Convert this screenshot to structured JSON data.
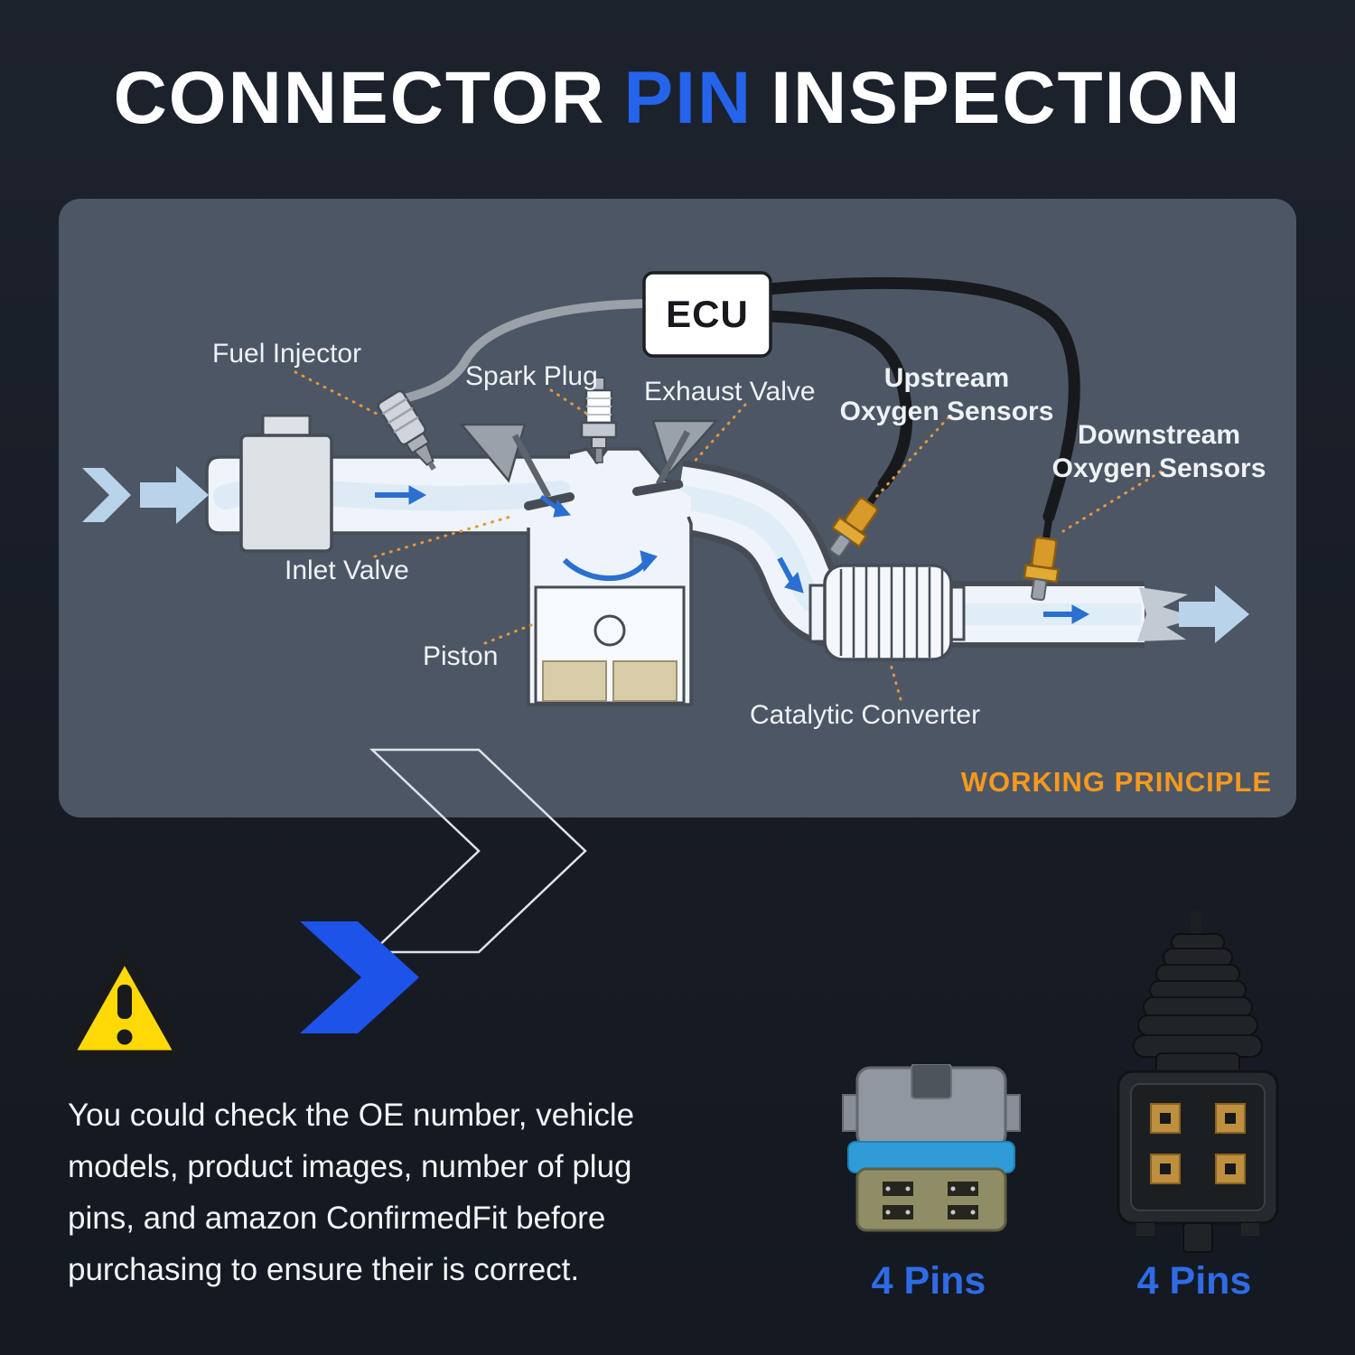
{
  "title": {
    "word1": "CONNECTOR",
    "word2": "PIN",
    "word3": "INSPECTION"
  },
  "diagram": {
    "ecu_label": "ECU",
    "caption": "WORKING PRINCIPLE",
    "labels": {
      "fuel_injector": "Fuel Injector",
      "spark_plug": "Spark Plug",
      "exhaust_valve": "Exhaust Valve",
      "inlet_valve": "Inlet Valve",
      "piston": "Piston",
      "catalytic_converter": "Catalytic Converter",
      "upstream": [
        "Upstream",
        "Oxygen Sensors"
      ],
      "downstream": [
        "Downstream",
        "Oxygen Sensors"
      ]
    }
  },
  "note": {
    "lines": [
      "You could check the OE number, vehicle",
      "models, product images, number of plug",
      "pins, and amazon ConfirmedFit before",
      "purchasing to ensure their is correct."
    ]
  },
  "connectors": {
    "left_label": "4 Pins",
    "right_label": "4 Pins"
  },
  "colors": {
    "background": "#181e27",
    "panel": "#4d5664",
    "title_accent_blue": "#2563eb",
    "caption_orange": "#f6991e",
    "pins_label_blue": "#2f6be6",
    "warning_yellow": "#ffd903",
    "flow_arrow_blue": "#b9d4ea",
    "leader_line_orange": "#e5953c"
  }
}
